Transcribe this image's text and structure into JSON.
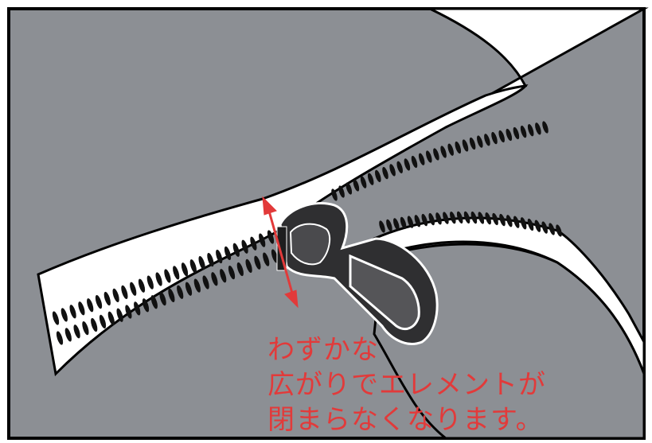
{
  "caption": {
    "line1": "わずかな",
    "line2": "広がりでエレメントが",
    "line3": "閉まらなくなります。"
  },
  "colors": {
    "background_fabric": "#8c8f94",
    "tape": "#ffffff",
    "element": "#111111",
    "slider_body": "#3a3a3c",
    "annotation": "#e23a3a"
  },
  "icons": {
    "gap_indicator": "double-arrow-icon",
    "slider": "zipper-slider-icon"
  }
}
